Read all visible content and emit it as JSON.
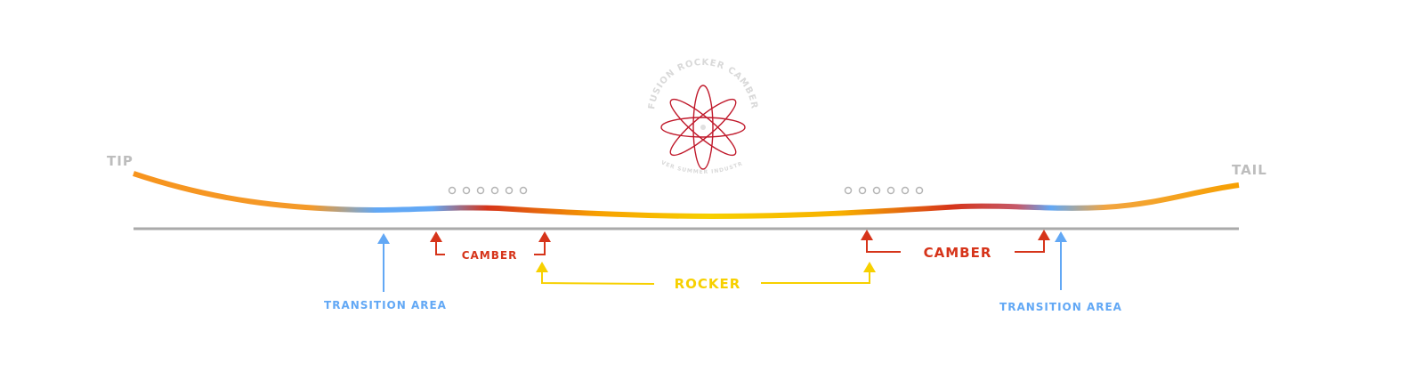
{
  "logo": {
    "title": "FUSION ROCKER CAMBER",
    "subtitle": "NEVER SUMMER INDUSTRIES"
  },
  "labels": {
    "tip": "TIP",
    "tail": "TAIL",
    "camber_left": "CAMBER",
    "camber_right": "CAMBER",
    "rocker": "ROCKER",
    "transition_left": "TRANSITION AREA",
    "transition_right": "TRANSITION AREA"
  },
  "colors": {
    "camber": "#d6341a",
    "rocker": "#f7d000",
    "transition": "#62a8f5",
    "tip_tail": "#f7941d",
    "baseline": "#aaaaaa",
    "end_labels": "#bdbdbd",
    "logo": "#c0192b"
  }
}
